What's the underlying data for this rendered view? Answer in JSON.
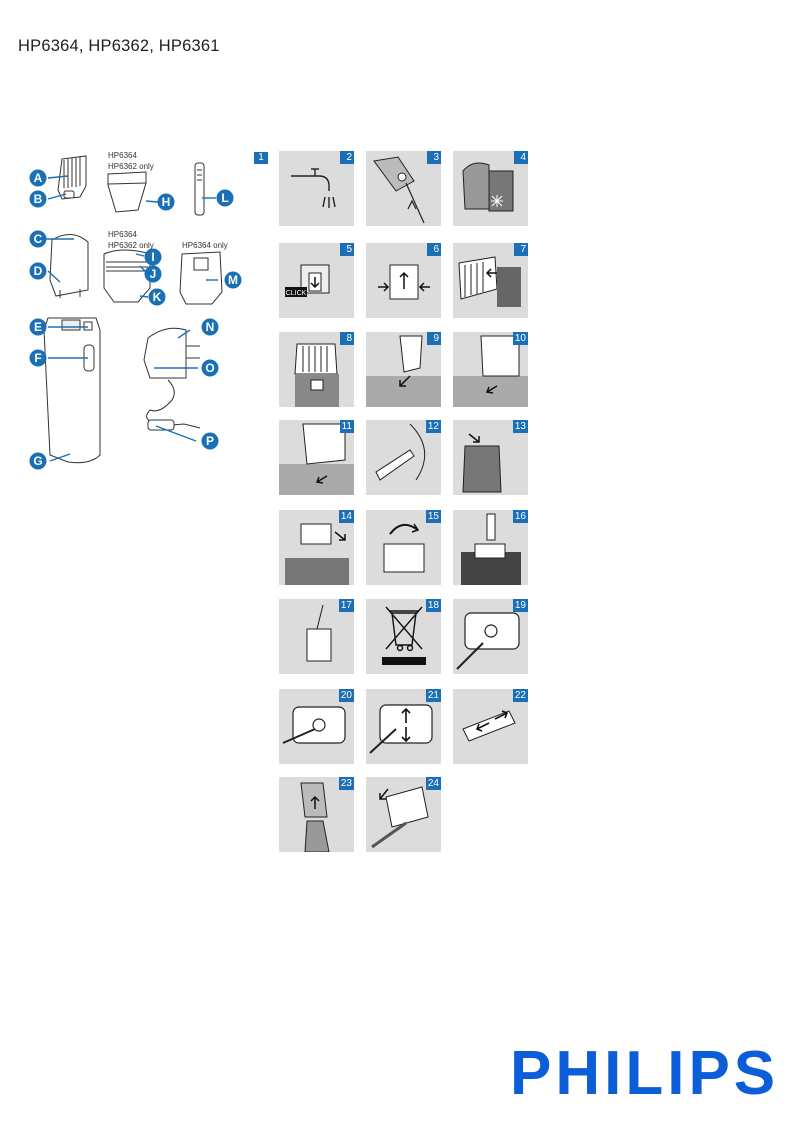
{
  "header": {
    "models": "HP6364, HP6362, HP6361"
  },
  "overview": {
    "labels": {
      "A": "A",
      "B": "B",
      "C": "C",
      "D": "D",
      "E": "E",
      "F": "F",
      "G": "G",
      "H": "H",
      "I": "I",
      "J": "J",
      "K": "K",
      "L": "L",
      "M": "M",
      "N": "N",
      "O": "O",
      "P": "P"
    },
    "notes": {
      "h_line1": "HP6364",
      "h_line2": "HP6362 only",
      "ij_line1": "HP6364",
      "ij_line2": "HP6362 only",
      "m_line": "HP6364 only"
    },
    "figure_number": "1"
  },
  "steps": [
    "2",
    "3",
    "4",
    "5",
    "6",
    "7",
    "8",
    "9",
    "10",
    "11",
    "12",
    "13",
    "14",
    "15",
    "16",
    "17",
    "18",
    "19",
    "20",
    "21",
    "22",
    "23",
    "24"
  ],
  "click_text": "CLICK",
  "brand": {
    "logo": "PHILIPS",
    "accent": "#1b6fb6"
  }
}
